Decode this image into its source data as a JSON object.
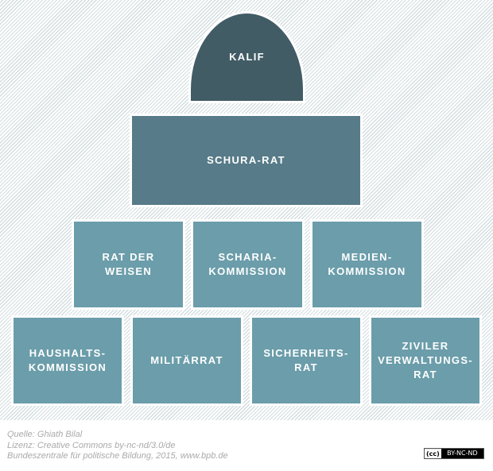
{
  "chart": {
    "top": "KALIF",
    "council": "SCHURA-RAT",
    "row2": [
      "RAT DER\nWEISEN",
      "SCHARIA-\nKOMMISSION",
      "MEDIEN-\nKOMMISSION"
    ],
    "row3": [
      "HAUSHALTS-\nKOMMISSION",
      "MILITÄRRAT",
      "SICHERHEITS-\nRAT",
      "ZIVILER\nVERWALTUNGS-\nRAT"
    ]
  },
  "footer": {
    "source": "Quelle: Ghiath Bilal",
    "license": "Lizenz: Creative Commons by-nc-nd/3.0/de",
    "publisher": "Bundeszentrale für politische Bildung, 2015, www.bpb.de",
    "badge_cc": "(cc)",
    "badge_text": "BY-NC-ND"
  },
  "colors": {
    "dark": "#425c66",
    "mid": "#577b88",
    "light": "#6b9daa"
  }
}
